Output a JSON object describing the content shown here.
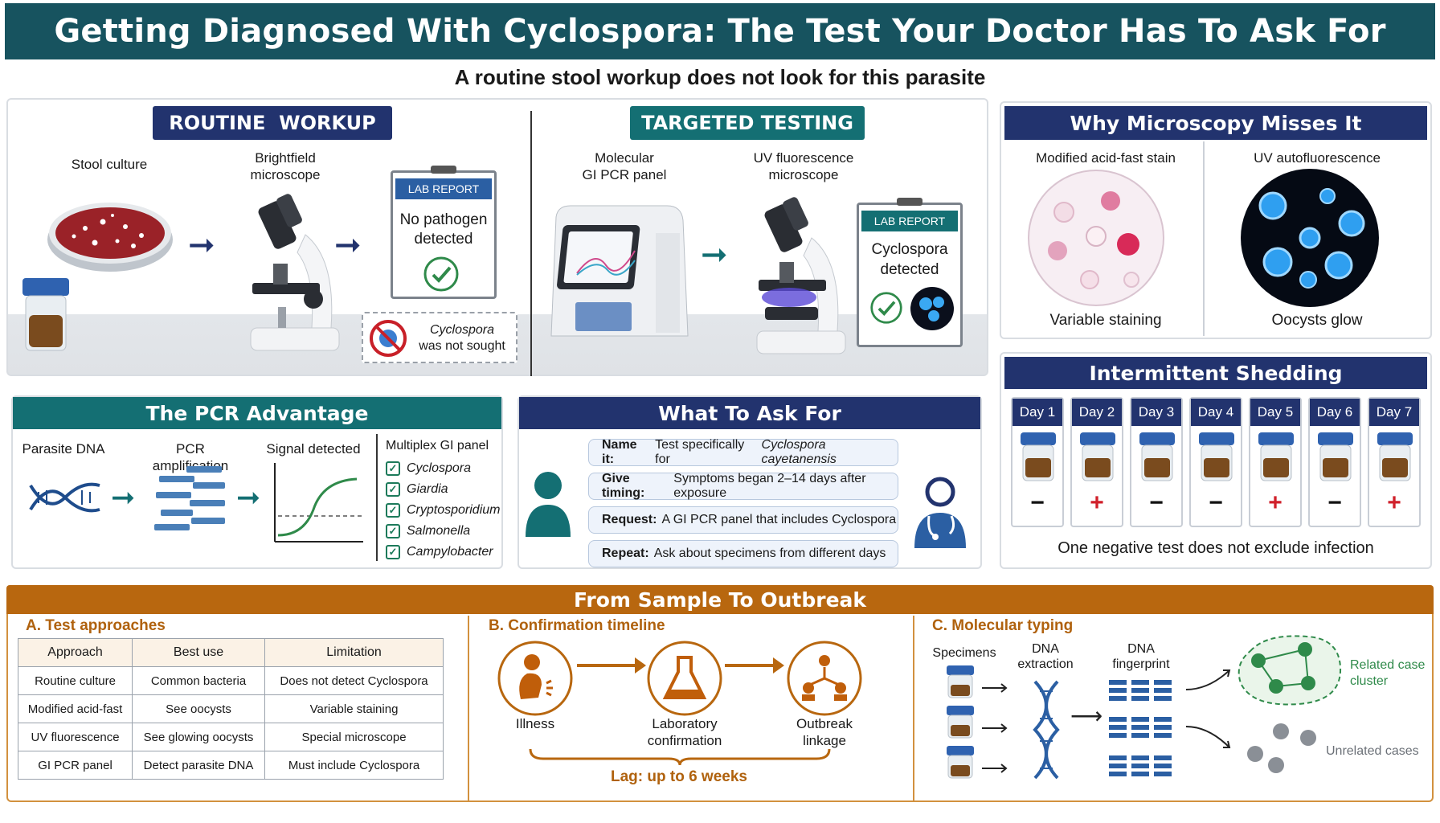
{
  "header": {
    "title": "Getting Diagnosed With Cyclospora: The Test Your Doctor Has To Ask For",
    "subtitle": "A routine stool workup does not look for this parasite"
  },
  "routine": {
    "title": "ROUTINE  WORKUP",
    "stool_culture": "Stool culture",
    "brightfield": "Brightfield\nmicroscope",
    "report_header": "LAB REPORT",
    "report_text": "No pathogen\ndetected",
    "not_sought_1": "Cyclospora",
    "not_sought_2": "was not sought"
  },
  "targeted": {
    "title": "TARGETED TESTING",
    "molecular": "Molecular\nGI PCR panel",
    "uv": "UV fluorescence\nmicroscope",
    "report_header": "LAB REPORT",
    "report_text": "Cyclospora\ndetected"
  },
  "microscopy": {
    "title": "Why Microscopy Misses It",
    "left_label": "Modified acid-fast stain",
    "right_label": "UV autofluorescence",
    "left_caption": "Variable staining",
    "right_caption": "Oocysts glow"
  },
  "pcr": {
    "title": "The PCR Advantage",
    "dna": "Parasite DNA",
    "amp": "PCR amplification",
    "signal": "Signal detected",
    "panel_title": "Multiplex GI panel",
    "items": [
      "Cyclospora",
      "Giardia",
      "Cryptosporidium",
      "Salmonella",
      "Campylobacter"
    ]
  },
  "ask": {
    "title": "What To Ask For",
    "rows": [
      {
        "k": "Name it:",
        "v": "Test specifically for",
        "i": "Cyclospora cayetanensis"
      },
      {
        "k": "Give timing:",
        "v": "Symptoms began 2–14 days after exposure",
        "i": ""
      },
      {
        "k": "Request:",
        "v": "A GI PCR panel that includes Cyclospora",
        "i": ""
      },
      {
        "k": "Repeat:",
        "v": "Ask about specimens from different days",
        "i": ""
      }
    ]
  },
  "shedding": {
    "title": "Intermittent Shedding",
    "days": [
      "Day 1",
      "Day 2",
      "Day 3",
      "Day 4",
      "Day 5",
      "Day 6",
      "Day 7"
    ],
    "results": [
      "−",
      "+",
      "−",
      "−",
      "+",
      "−",
      "+"
    ],
    "caption": "One negative test does not exclude infection"
  },
  "outbreak": {
    "title": "From Sample To Outbreak",
    "a": {
      "title": "A. Test approaches",
      "headers": [
        "Approach",
        "Best use",
        "Limitation"
      ],
      "rows": [
        [
          "Routine culture",
          "Common bacteria",
          "Does not detect Cyclospora"
        ],
        [
          "Modified acid-fast",
          "See oocysts",
          "Variable staining"
        ],
        [
          "UV fluorescence",
          "See glowing oocysts",
          "Special microscope"
        ],
        [
          "GI PCR panel",
          "Detect parasite DNA",
          "Must include Cyclospora"
        ]
      ]
    },
    "b": {
      "title": "B. Confirmation timeline",
      "steps": [
        "Illness",
        "Laboratory\nconfirmation",
        "Outbreak\nlinkage"
      ],
      "lag": "Lag: up to 6 weeks"
    },
    "c": {
      "title": "C. Molecular typing",
      "specimens": "Specimens",
      "extraction": "DNA\nextraction",
      "fingerprint": "DNA\nfingerprint",
      "related": "Related case\ncluster",
      "unrelated": "Unrelated cases"
    }
  },
  "colors": {
    "navy": "#22336e",
    "teal": "#146f73",
    "header": "#17535f",
    "orange": "#b0620e",
    "plus": "#d0202a"
  }
}
